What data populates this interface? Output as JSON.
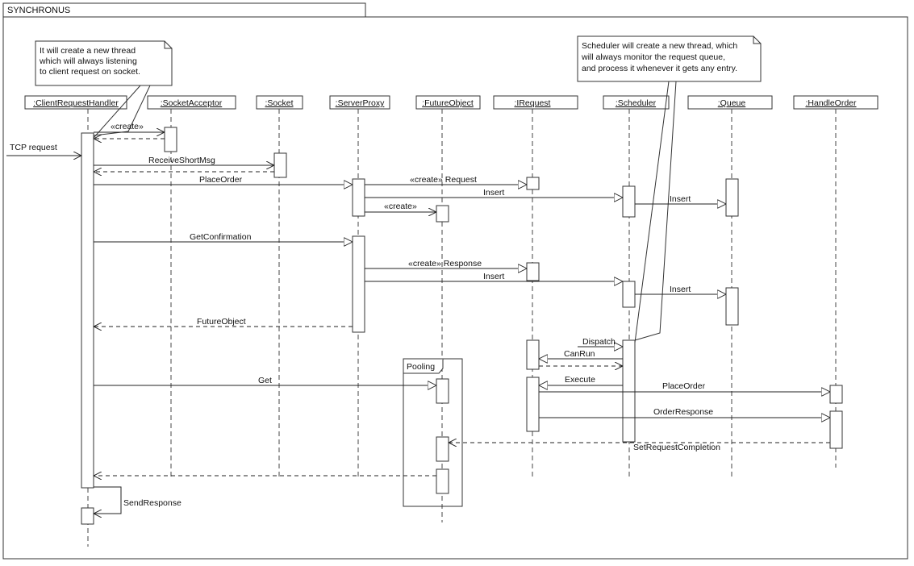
{
  "frame": {
    "title": "SYNCHRONUS"
  },
  "notes": {
    "thread_note": [
      "It will create a new thread",
      "which will always listening",
      "to client request on socket."
    ],
    "scheduler_note": [
      "Scheduler will create a new thread, which",
      "will always monitor the request queue,",
      "and process it whenever it gets any entry."
    ]
  },
  "lifelines": [
    {
      "id": "crh",
      "name": ":ClientRequestHandler"
    },
    {
      "id": "sa",
      "name": ":SocketAcceptor"
    },
    {
      "id": "sock",
      "name": ":Socket"
    },
    {
      "id": "sp",
      "name": ":ServerProxy"
    },
    {
      "id": "fo",
      "name": ":FutureObject"
    },
    {
      "id": "ireq",
      "name": ":IRequest"
    },
    {
      "id": "sch",
      "name": ":Scheduler"
    },
    {
      "id": "q",
      "name": ":Queue"
    },
    {
      "id": "ho",
      "name": ":HandleOrder"
    }
  ],
  "fragment": {
    "label": "Pooling"
  },
  "messages": {
    "tcp_request": "TCP request",
    "create_socket_acceptor": "«create»",
    "receive_short_msg": "ReceiveShortMsg",
    "place_order": "PlaceOrder",
    "create_request": "«create» Request",
    "insert_1": "Insert",
    "insert_queue_1": "Insert",
    "create_future": "«create»",
    "get_confirmation": "GetConfirmation",
    "create_response": "«create» Response",
    "insert_2": "Insert",
    "insert_queue_2": "Insert",
    "future_object": "FutureObject",
    "dispatch": "Dispatch",
    "can_run": "CanRun",
    "get": "Get",
    "execute": "Execute",
    "place_order_2": "PlaceOrder",
    "order_response": "OrderResponse",
    "set_request_completion": "SetRequestCompletion",
    "send_response": "SendResponse"
  }
}
